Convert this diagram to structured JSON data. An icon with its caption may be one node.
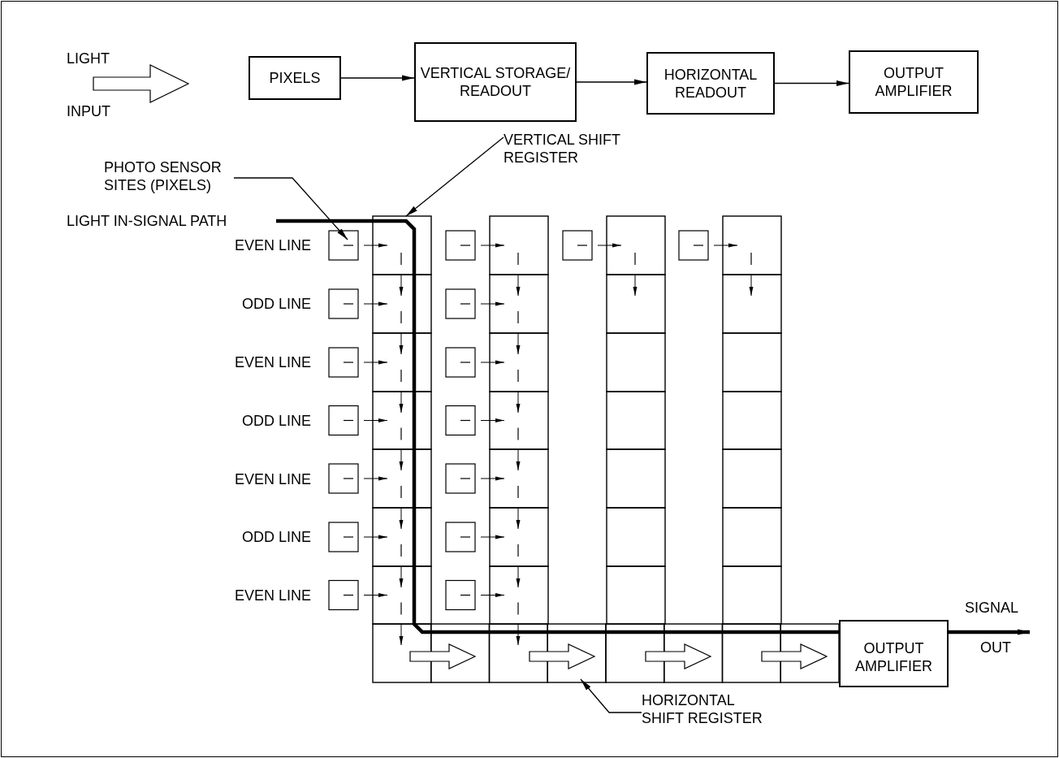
{
  "diagram": {
    "nodes": [
      {
        "text": [
          "PIXELS"
        ]
      },
      {
        "text": [
          "VERTICAL STORAGE/ READOUT"
        ]
      },
      {
        "text": [
          "HORIZONTAL READOUT"
        ]
      },
      {
        "text": [
          "OUTPUT AMPLIFIER"
        ]
      },
      {
        "text": [
          "PHOTO SENSOR SITES (PIXELS)"
        ]
      },
      {
        "text": [
          "VERTICAL SHIFT REGISTER"
        ]
      },
      {
        "text": [
          "LIGHT IN-SIGNAL PATH"
        ]
      },
      {
        "text": [
          "HORIZONTAL SHIFT REGISTER"
        ]
      },
      {
        "text": [
          "OUTPUT AMPLIFIER"
        ]
      },
      {
        "text": [],
        "shape": "picture"
      }
    ],
    "edges": [
      {
        "from": 0,
        "to": 1,
        "arrow": "to"
      },
      {
        "from": 1,
        "to": 2,
        "arrow": "to"
      },
      {
        "from": 2,
        "to": 3,
        "arrow": "to"
      },
      {
        "from": 4,
        "to": 9,
        "arrow": "to"
      },
      {
        "from": 5,
        "to": 9,
        "arrow": "to"
      },
      {
        "from": 7,
        "to": 9,
        "arrow": "to"
      },
      {
        "from": 6,
        "to": null,
        "arrow": "to",
        "style": "thick"
      }
    ],
    "labels": [
      "LIGHT",
      "INPUT",
      "EVEN LINE",
      "ODD LINE",
      "EVEN LINE",
      "ODD LINE",
      "EVEN LINE",
      "ODD LINE",
      "EVEN LINE",
      "SIGNAL",
      "OUT"
    ]
  }
}
